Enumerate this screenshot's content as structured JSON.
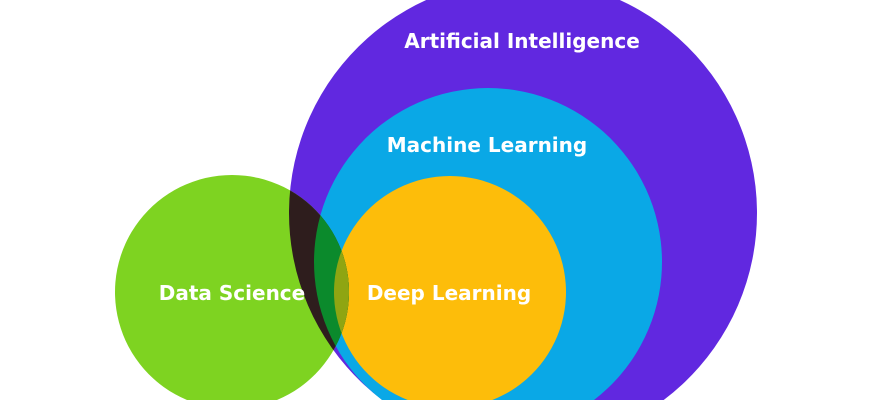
{
  "diagram": {
    "type": "venn",
    "sets": [
      {
        "id": "ai",
        "label": "Artificial Intelligence",
        "color": "#6128e0"
      },
      {
        "id": "ml",
        "label": "Machine Learning",
        "color": "#0aa8e6"
      },
      {
        "id": "dl",
        "label": "Deep Learning",
        "color": "#fdbd0a"
      },
      {
        "id": "ds",
        "label": "Data Science",
        "color": "#7ed321"
      }
    ],
    "overlap_colors": {
      "ds_ai": "#2e1d1d",
      "ds_ml": "#0b8a2c",
      "ds_dl": "#8fa512"
    }
  }
}
